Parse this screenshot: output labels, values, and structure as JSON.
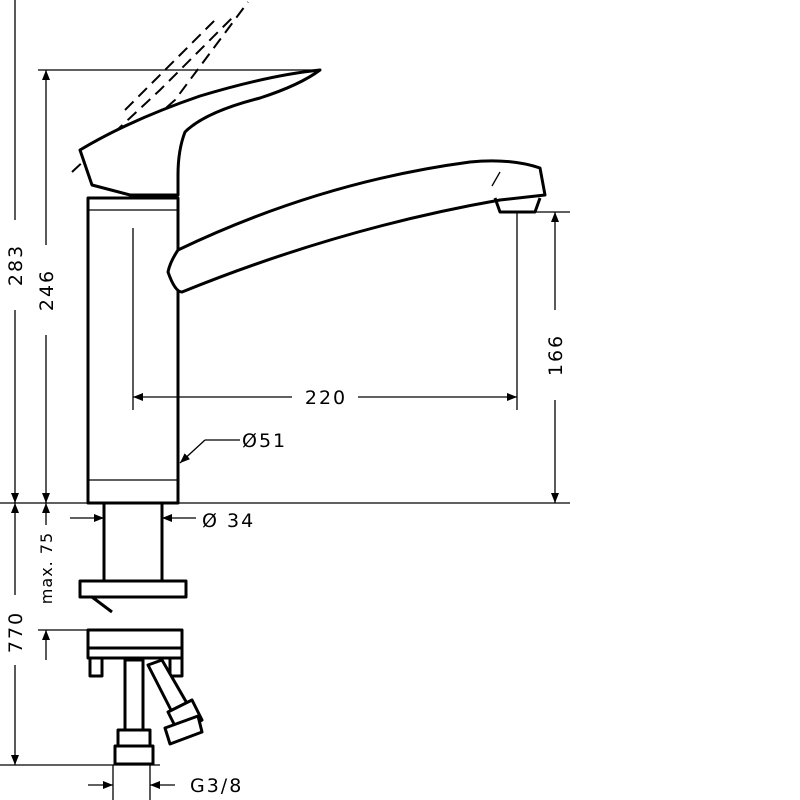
{
  "dimensions": {
    "total_height": "283",
    "body_height": "246",
    "spout_height": "166",
    "spout_reach": "220",
    "body_diameter": "Ø51",
    "shank_diameter": "Ø 34",
    "max_mounting": "max. 75",
    "hose_length": "770",
    "connection": "G3/8"
  },
  "colors": {
    "line": "#000000",
    "background": "#ffffff"
  }
}
